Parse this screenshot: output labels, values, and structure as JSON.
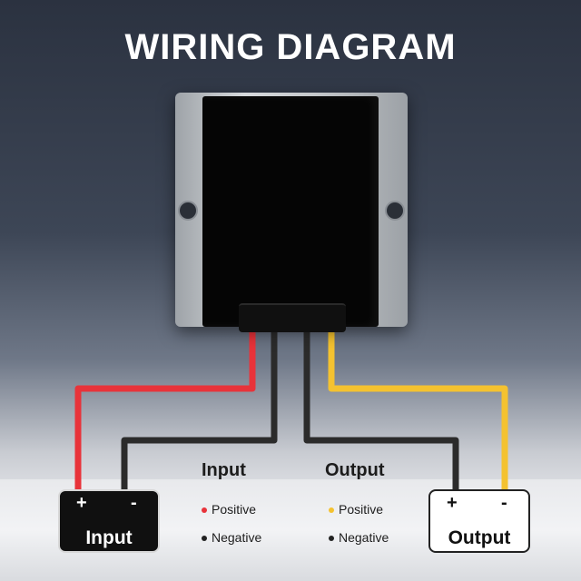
{
  "title": "WIRING DIAGRAM",
  "headings": {
    "input": "Input",
    "output": "Output"
  },
  "legend": {
    "input": {
      "positive": "Positive",
      "negative": "Negative"
    },
    "output": {
      "positive": "Positive",
      "negative": "Negative"
    }
  },
  "terminals": {
    "input": {
      "plus": "+",
      "minus": "-",
      "label": "Input"
    },
    "output": {
      "plus": "+",
      "minus": "-",
      "label": "Output"
    }
  },
  "colors": {
    "wire_red": "#e8333a",
    "wire_black": "#2b2b2b",
    "wire_yellow": "#f4c230",
    "positive_input_dot": "#e8333a",
    "positive_output_dot": "#f4c230",
    "negative_dot": "#222222"
  },
  "icons": {
    "module": "dc-converter-module",
    "mount_hole": "mounting-hole"
  }
}
